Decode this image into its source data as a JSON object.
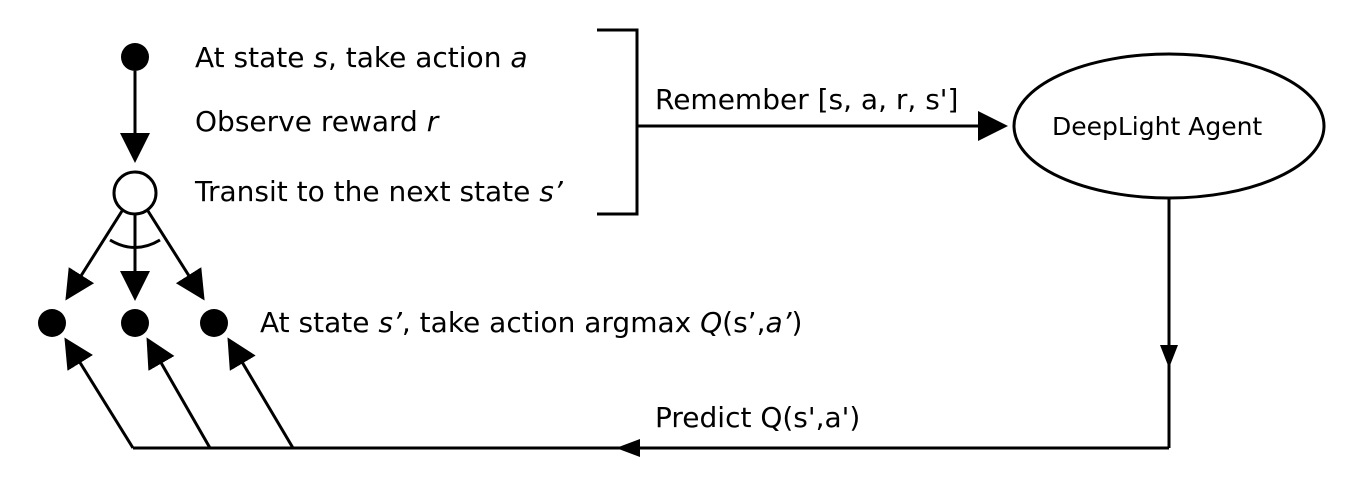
{
  "steps": {
    "line1": {
      "prefix": "At state ",
      "var": "s",
      "mid": ", take action ",
      "var2": "a"
    },
    "line2": {
      "prefix": "Observe reward ",
      "var": "r"
    },
    "line3": {
      "prefix": "Transit to the next state ",
      "var": "s’"
    },
    "line4": {
      "prefix": "At state ",
      "var": "s’",
      "mid": ", take action argmax ",
      "func": "Q",
      "args_open": "(s’,",
      "arg_var": "a’",
      "args_close": ")"
    }
  },
  "edges": {
    "remember": "Remember [s, a, r, s']",
    "predict": "Predict Q(s',a')"
  },
  "agent": {
    "label": "DeepLight Agent"
  }
}
